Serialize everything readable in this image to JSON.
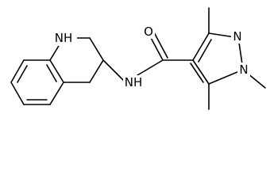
{
  "structure": {
    "atom_labels": {
      "ring_nh": "NH",
      "amide_nh": "NH",
      "carbonyl_o": "O",
      "pyrazole_n2": "N",
      "pyrazole_n1": "N"
    },
    "colors": {
      "bond": "#000000",
      "text": "#000000",
      "background": "#ffffff"
    }
  }
}
